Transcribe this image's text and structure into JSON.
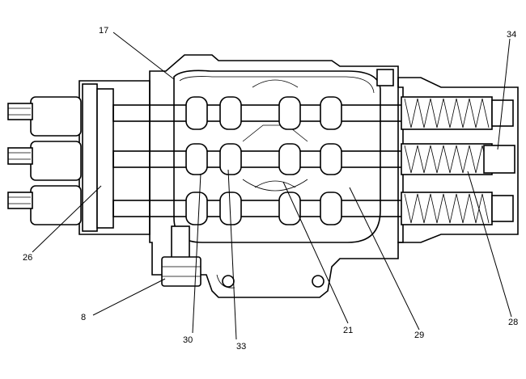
{
  "figure": {
    "callouts": [
      {
        "id": "c17",
        "label": "17"
      },
      {
        "id": "c34",
        "label": "34"
      },
      {
        "id": "c26",
        "label": "26"
      },
      {
        "id": "c8",
        "label": "8"
      },
      {
        "id": "c30",
        "label": "30"
      },
      {
        "id": "c33",
        "label": "33"
      },
      {
        "id": "c21",
        "label": "21"
      },
      {
        "id": "c29",
        "label": "29"
      },
      {
        "id": "c28",
        "label": "28"
      }
    ]
  }
}
